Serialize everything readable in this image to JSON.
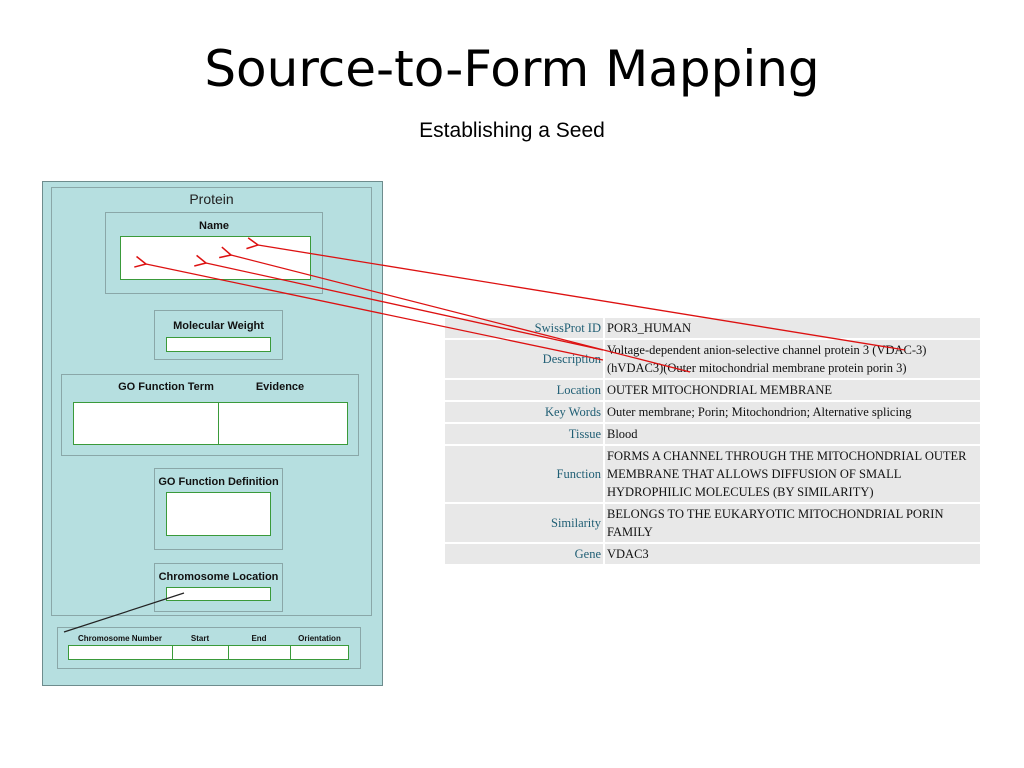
{
  "slide": {
    "title": "Source-to-Form Mapping",
    "subtitle": "Establishing a Seed"
  },
  "form": {
    "title": "Protein",
    "name_label": "Name",
    "mw_label": "Molecular Weight",
    "go_term_label": "GO Function Term",
    "evidence_label": "Evidence",
    "go_def_label": "GO Function Definition",
    "chrom_loc_label": "Chromosome Location",
    "chrom_cols": [
      "Chromosome Number",
      "Start",
      "End",
      "Orientation"
    ]
  },
  "source_table": {
    "rows": [
      {
        "key": "SwissProt ID",
        "value": "POR3_HUMAN"
      },
      {
        "key": "Description",
        "value": "Voltage-dependent anion-selective channel protein 3 (VDAC-3) (hVDAC3)(Outer mitochondrial membrane protein porin 3)"
      },
      {
        "key": "Location",
        "value": "OUTER MITOCHONDRIAL MEMBRANE"
      },
      {
        "key": "Key Words",
        "value": "Outer membrane; Porin; Mitochondrion; Alternative splicing"
      },
      {
        "key": "Tissue",
        "value": "Blood"
      },
      {
        "key": "Function",
        "value": "FORMS A CHANNEL THROUGH THE MITOCHONDRIAL OUTER MEMBRANE THAT ALLOWS DIFFUSION OF SMALL HYDROPHILIC MOLECULES (BY SIMILARITY)"
      },
      {
        "key": "Similarity",
        "value": "BELONGS TO THE EUKARYOTIC MITOCHONDRIAL PORIN FAMILY"
      },
      {
        "key": "Gene",
        "value": "VDAC3"
      }
    ]
  },
  "colors": {
    "form_bg": "#b6dfe0",
    "field_border": "#3a9a3a",
    "arrow": "#dd1111",
    "table_key": "#1f5e74"
  }
}
